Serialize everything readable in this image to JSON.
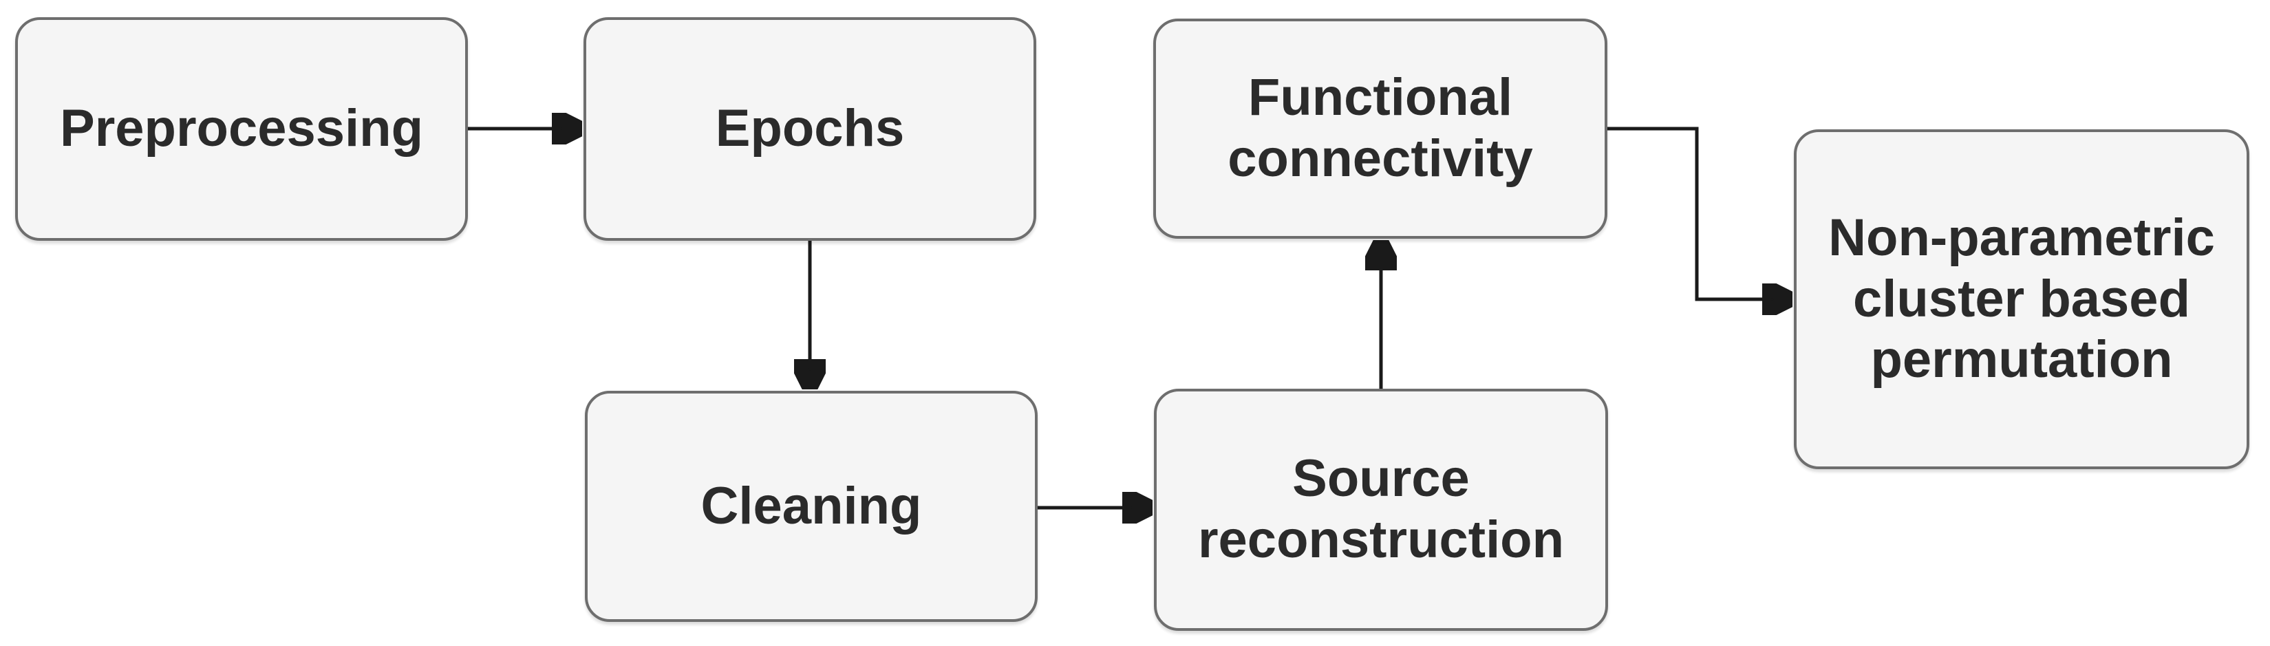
{
  "diagram": {
    "type": "flowchart",
    "background_color": "#ffffff",
    "node_fill_color": "#f5f5f5",
    "node_border_color": "#6e6e6e",
    "node_text_color": "#2b2b2b",
    "connector_color": "#1a1a1a",
    "nodes": [
      {
        "id": "preprocessing",
        "label": "Preprocessing"
      },
      {
        "id": "epochs",
        "label": "Epochs"
      },
      {
        "id": "cleaning",
        "label": "Cleaning"
      },
      {
        "id": "source-reconstruction",
        "label": "Source reconstruction"
      },
      {
        "id": "functional-connectivity",
        "label": "Functional connectivity"
      },
      {
        "id": "non-parametric-cluster-based-permutation",
        "label": "Non-parametric cluster based permutation"
      }
    ],
    "edges": [
      {
        "from": "Preprocessing",
        "to": "Epochs",
        "direction": "right"
      },
      {
        "from": "Epochs",
        "to": "Cleaning",
        "direction": "down"
      },
      {
        "from": "Cleaning",
        "to": "Source reconstruction",
        "direction": "right"
      },
      {
        "from": "Source reconstruction",
        "to": "Functional connectivity",
        "direction": "up"
      },
      {
        "from": "Functional connectivity",
        "to": "Non-parametric cluster based permutation",
        "direction": "elbow-right-down-right"
      }
    ]
  }
}
